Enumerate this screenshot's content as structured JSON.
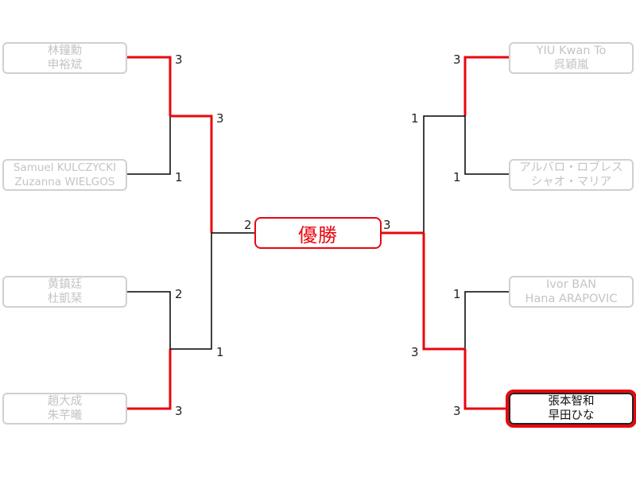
{
  "champion_label": "優勝",
  "colors": {
    "win": "#e8070e",
    "normal": "#000000",
    "box_border": "#d0d0d0",
    "faded_text": "#c4c4c4"
  },
  "teams": [
    {
      "line1": "林鐘勳",
      "line2": "申裕斌"
    },
    {
      "line1": "Samuel KULCZYCKI",
      "line2": "Zuzanna WIELGOS"
    },
    {
      "line1": "黄鎮廷",
      "line2": "杜凱琹"
    },
    {
      "line1": "趙大成",
      "line2": "朱芊曦"
    },
    {
      "line1": "YIU Kwan To",
      "line2": "呉穎嵐"
    },
    {
      "line1": "アルバロ・ロブレス",
      "line2": "シャオ・マリア"
    },
    {
      "line1": "Ivor BAN",
      "line2": "Hana ARAPOVIC"
    },
    {
      "line1": "張本智和",
      "line2": "早田ひな"
    }
  ],
  "scores": {
    "left_r1": [
      "3",
      "1",
      "2",
      "3"
    ],
    "left_r2": [
      "3",
      "1"
    ],
    "left_final": "2",
    "right_r1": [
      "3",
      "1",
      "1",
      "3"
    ],
    "right_r2": [
      "1",
      "3"
    ],
    "right_final": "3"
  }
}
